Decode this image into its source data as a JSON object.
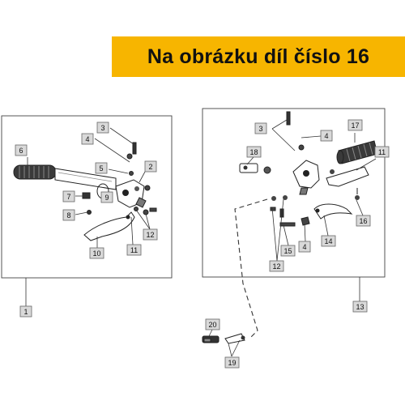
{
  "banner": {
    "text": "Na obrázku díl číslo 16"
  },
  "colors": {
    "banner": "#f7b500",
    "label_fill": "#d9d9d9"
  },
  "labels": [
    {
      "id": "l1",
      "text": "1"
    },
    {
      "id": "l2",
      "text": "2"
    },
    {
      "id": "l3",
      "text": "3"
    },
    {
      "id": "l4",
      "text": "4"
    },
    {
      "id": "l5",
      "text": "5"
    },
    {
      "id": "l6",
      "text": "6"
    },
    {
      "id": "l7",
      "text": "7"
    },
    {
      "id": "l8",
      "text": "8"
    },
    {
      "id": "l9",
      "text": "9"
    },
    {
      "id": "l10",
      "text": "10"
    },
    {
      "id": "l11",
      "text": "11"
    },
    {
      "id": "l12",
      "text": "12"
    },
    {
      "id": "r3",
      "text": "3"
    },
    {
      "id": "r4",
      "text": "4"
    },
    {
      "id": "r17",
      "text": "17"
    },
    {
      "id": "r18",
      "text": "18"
    },
    {
      "id": "r11",
      "text": "11"
    },
    {
      "id": "r12",
      "text": "12"
    },
    {
      "id": "r15",
      "text": "15"
    },
    {
      "id": "r4b",
      "text": "4"
    },
    {
      "id": "r14",
      "text": "14"
    },
    {
      "id": "r16",
      "text": "16"
    },
    {
      "id": "r13",
      "text": "13"
    },
    {
      "id": "r20",
      "text": "20"
    },
    {
      "id": "r19",
      "text": "19"
    }
  ]
}
